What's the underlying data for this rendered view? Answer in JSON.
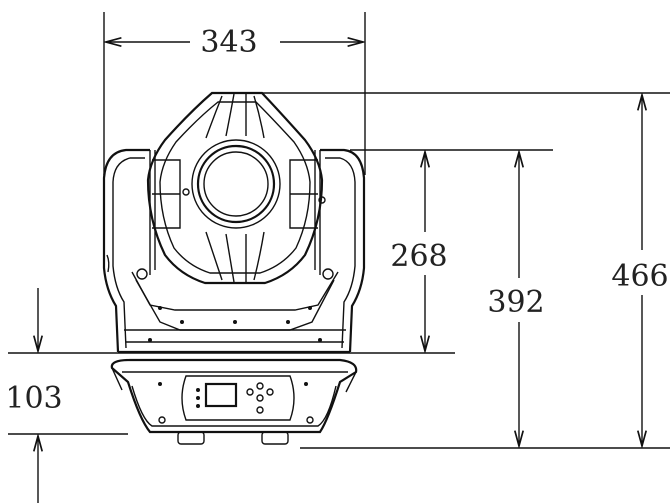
{
  "dimensions": {
    "width": "343",
    "height_yoke": "268",
    "height_body": "392",
    "height_total": "466",
    "base_height": "103"
  },
  "colors": {
    "line": "#111111",
    "background": "#ffffff"
  }
}
